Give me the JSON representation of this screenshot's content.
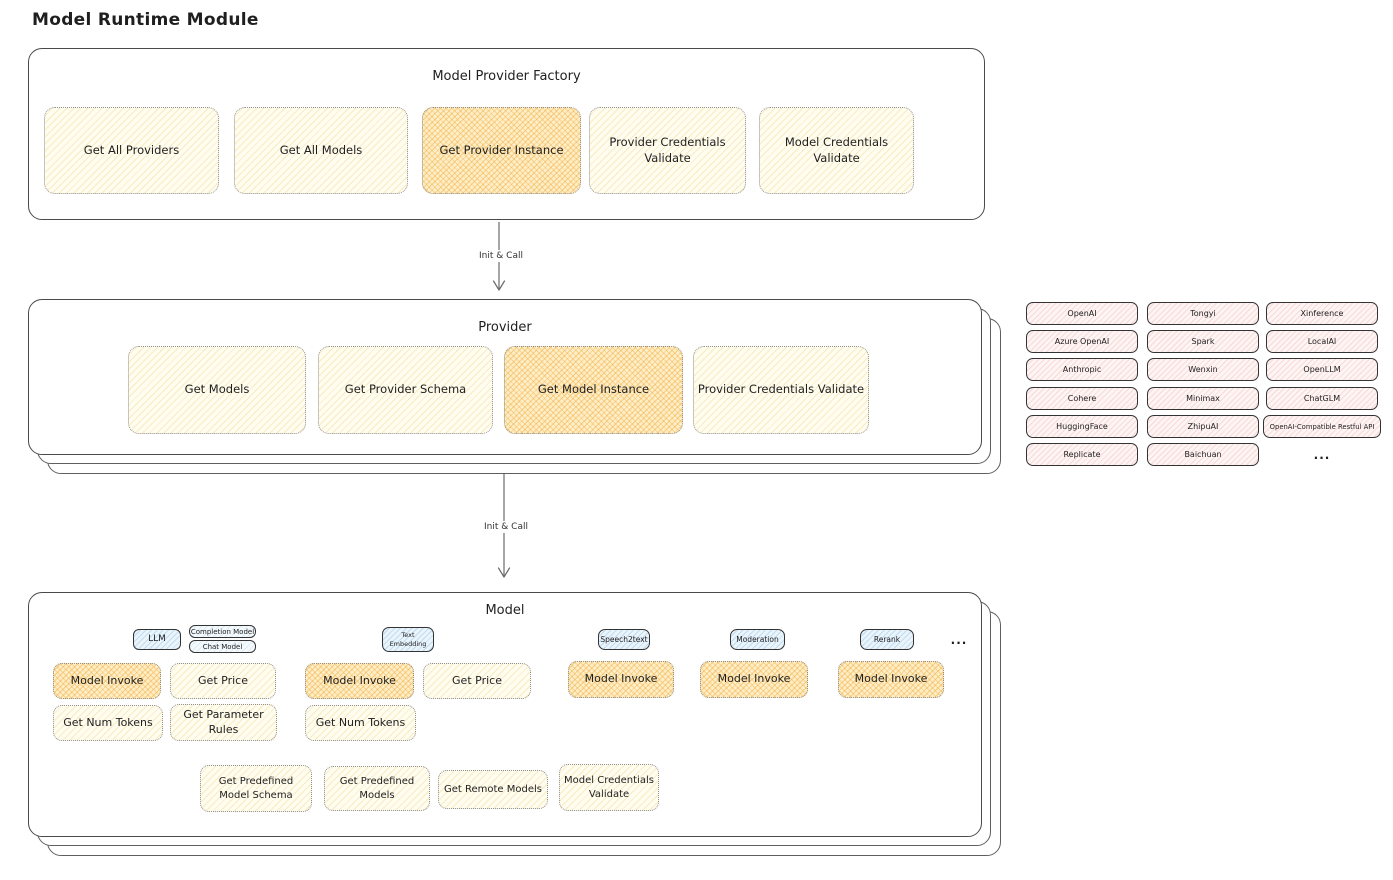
{
  "title": "Model Runtime Module",
  "factory": {
    "title": "Model Provider Factory",
    "boxes": [
      {
        "label": "Get All Providers",
        "highlighted": false
      },
      {
        "label": "Get All Models",
        "highlighted": false
      },
      {
        "label": "Get Provider Instance",
        "highlighted": true
      },
      {
        "label": "Provider Credentials Validate",
        "highlighted": false
      },
      {
        "label": "Model Credentials Validate",
        "highlighted": false
      }
    ]
  },
  "arrows": {
    "init_call_1": "Init & Call",
    "init_call_2": "Init & Call"
  },
  "provider": {
    "title": "Provider",
    "boxes": [
      {
        "label": "Get Models",
        "highlighted": false
      },
      {
        "label": "Get Provider Schema",
        "highlighted": false
      },
      {
        "label": "Get Model Instance",
        "highlighted": true
      },
      {
        "label": "Provider Credentials Validate",
        "highlighted": false
      }
    ]
  },
  "providers": {
    "items": [
      "OpenAI",
      "Tongyi",
      "Xinference",
      "Azure OpenAI",
      "Spark",
      "LocalAI",
      "Anthropic",
      "Wenxin",
      "OpenLLM",
      "Cohere",
      "Minimax",
      "ChatGLM",
      "HuggingFace",
      "ZhipuAI",
      "OpenAI-Compatible Restful API",
      "Replicate",
      "Baichuan"
    ],
    "more": "..."
  },
  "model": {
    "title": "Model",
    "tags": [
      "LLM",
      "Completion Model",
      "Chat Model",
      "Text Embedding",
      "Speech2text",
      "Moderation",
      "Rerank"
    ],
    "tags_more": "...",
    "ops": [
      {
        "label": "Model Invoke",
        "highlighted": true
      },
      {
        "label": "Get Price",
        "highlighted": false
      },
      {
        "label": "Get Num Tokens",
        "highlighted": false
      },
      {
        "label": "Get Parameter Rules",
        "highlighted": false
      },
      {
        "label": "Model Invoke",
        "highlighted": true
      },
      {
        "label": "Get Price",
        "highlighted": false
      },
      {
        "label": "Get Num Tokens",
        "highlighted": false
      },
      {
        "label": "Model Invoke",
        "highlighted": true
      },
      {
        "label": "Model Invoke",
        "highlighted": true
      },
      {
        "label": "Model Invoke",
        "highlighted": true
      }
    ],
    "bottom_ops": [
      {
        "label": "Get Predefined Model Schema"
      },
      {
        "label": "Get Predefined Models"
      },
      {
        "label": "Get Remote Models"
      },
      {
        "label": "Model Credentials Validate"
      }
    ]
  },
  "colors": {
    "highlight_fill": "#fdeec7",
    "yellow_fill": "#fffcf0",
    "pink_fill": "#fdf4f4",
    "blue_fill": "#eaf4fb",
    "container_border": "#4a4a4a",
    "text": "#1f1f1f"
  }
}
